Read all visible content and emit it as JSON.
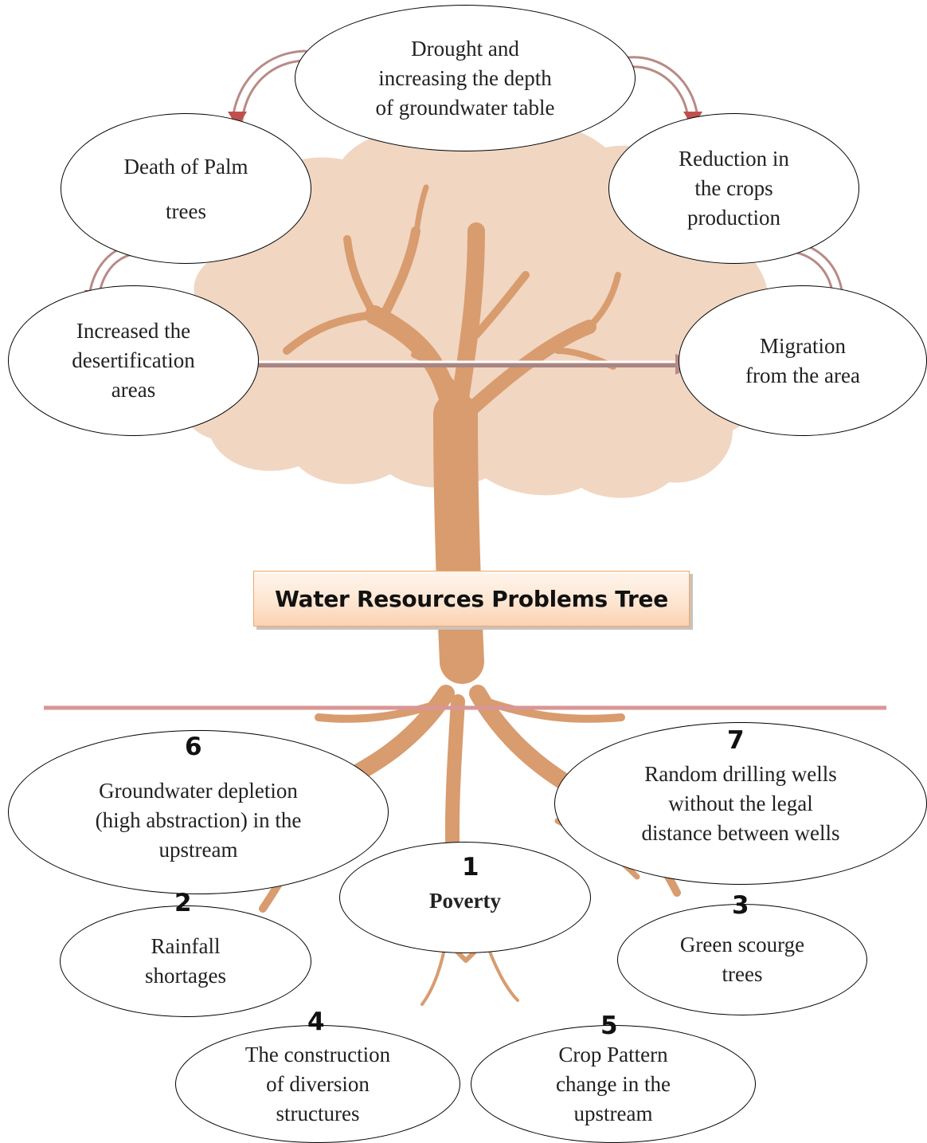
{
  "title": "Water Resources Problems Tree",
  "colors": {
    "canopy": "#f1d6c2",
    "trunk": "#d89c6f",
    "ground_line": "#d99696",
    "arrow_fill": "#ffffff",
    "arrow_edge": "#b88a87",
    "arrow_tip": "#c0504d"
  },
  "effects": [
    {
      "id": "drought",
      "text": "Drought and\nincreasing the depth\nof groundwater table"
    },
    {
      "id": "palm",
      "text": "Death of Palm\ntrees"
    },
    {
      "id": "crops",
      "text": "Reduction in\nthe crops\nproduction"
    },
    {
      "id": "desert",
      "text": "Increased the\ndesertification\nareas"
    },
    {
      "id": "migration",
      "text": "Migration\nfrom the area"
    }
  ],
  "causes": [
    {
      "id": "c6",
      "number": "6",
      "text": "Groundwater depletion\n(high abstraction) in the\nupstream"
    },
    {
      "id": "c7",
      "number": "7",
      "text": "Random drilling wells\nwithout the legal\ndistance between wells"
    },
    {
      "id": "c1",
      "number": "1",
      "text": "Poverty"
    },
    {
      "id": "c2",
      "number": "2",
      "text": "Rainfall\nshortages"
    },
    {
      "id": "c3",
      "number": "3",
      "text": "Green scourge\ntrees"
    },
    {
      "id": "c4",
      "number": "4",
      "text": "The construction\nof diversion\nstructures"
    },
    {
      "id": "c5",
      "number": "5",
      "text": "Crop Pattern\nchange in the\nupstream"
    }
  ]
}
